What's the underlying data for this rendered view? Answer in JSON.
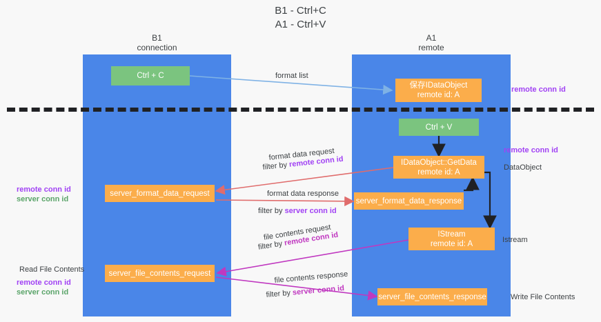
{
  "title": "B1 - Ctrl+C\nA1 - Ctrl+V",
  "columns": {
    "left": "B1\nconnection",
    "right": "A1\nremote"
  },
  "nodes": {
    "ctrl_c": "Ctrl + C",
    "save_dataobject": "保存IDataObject\nremote id: A",
    "ctrl_v": "Ctrl + V",
    "getdata": "IDataObject::GetData\nremote id: A",
    "server_format_data_request": "server_format_data_request",
    "server_format_data_response": "server_format_data_response",
    "istream": "IStream\nremote id: A",
    "server_file_contents_request": "server_file_contents_request",
    "server_file_contents_response": "server_file_contents_response"
  },
  "edge_labels": {
    "format_list": "format list",
    "format_data_request": "format data request",
    "format_data_request_filter_prefix": "filter by ",
    "format_data_request_filter_key": "remote conn id",
    "format_data_response": "format data response",
    "format_data_response_filter_prefix": "filter by ",
    "format_data_response_filter_key": "server conn id",
    "file_contents_request": "file contents request",
    "file_contents_request_filter_prefix": "filter by ",
    "file_contents_request_filter_key": "remote conn id",
    "file_contents_response": "file contents response",
    "file_contents_response_filter_prefix": "filter by ",
    "file_contents_response_filter_key": "server conn id"
  },
  "annotations": {
    "right_remote_conn_id_1": "remote conn id",
    "right_remote_conn_id_2": "remote conn id",
    "right_dataobject": "DataObject",
    "right_istream": "Istream",
    "right_write_file_contents": "Write File Contents",
    "left_remote_conn_id_1": "remote conn id",
    "left_server_conn_id_1": "server conn id",
    "left_read_file_contents": "Read File Contents",
    "left_remote_conn_id_2": "remote conn id",
    "left_server_conn_id_2": "server conn id"
  },
  "colors": {
    "lane": "#4a86e8",
    "green_node": "#7bc47f",
    "orange_node": "#fbad4b",
    "purple": "#a142f4",
    "magenta": "#c038c0",
    "green_text": "#5aa469",
    "red_arrow": "#e06c6c",
    "blue_arrow": "#7fb2e5",
    "black": "#202124",
    "background": "#f8f8f8"
  }
}
